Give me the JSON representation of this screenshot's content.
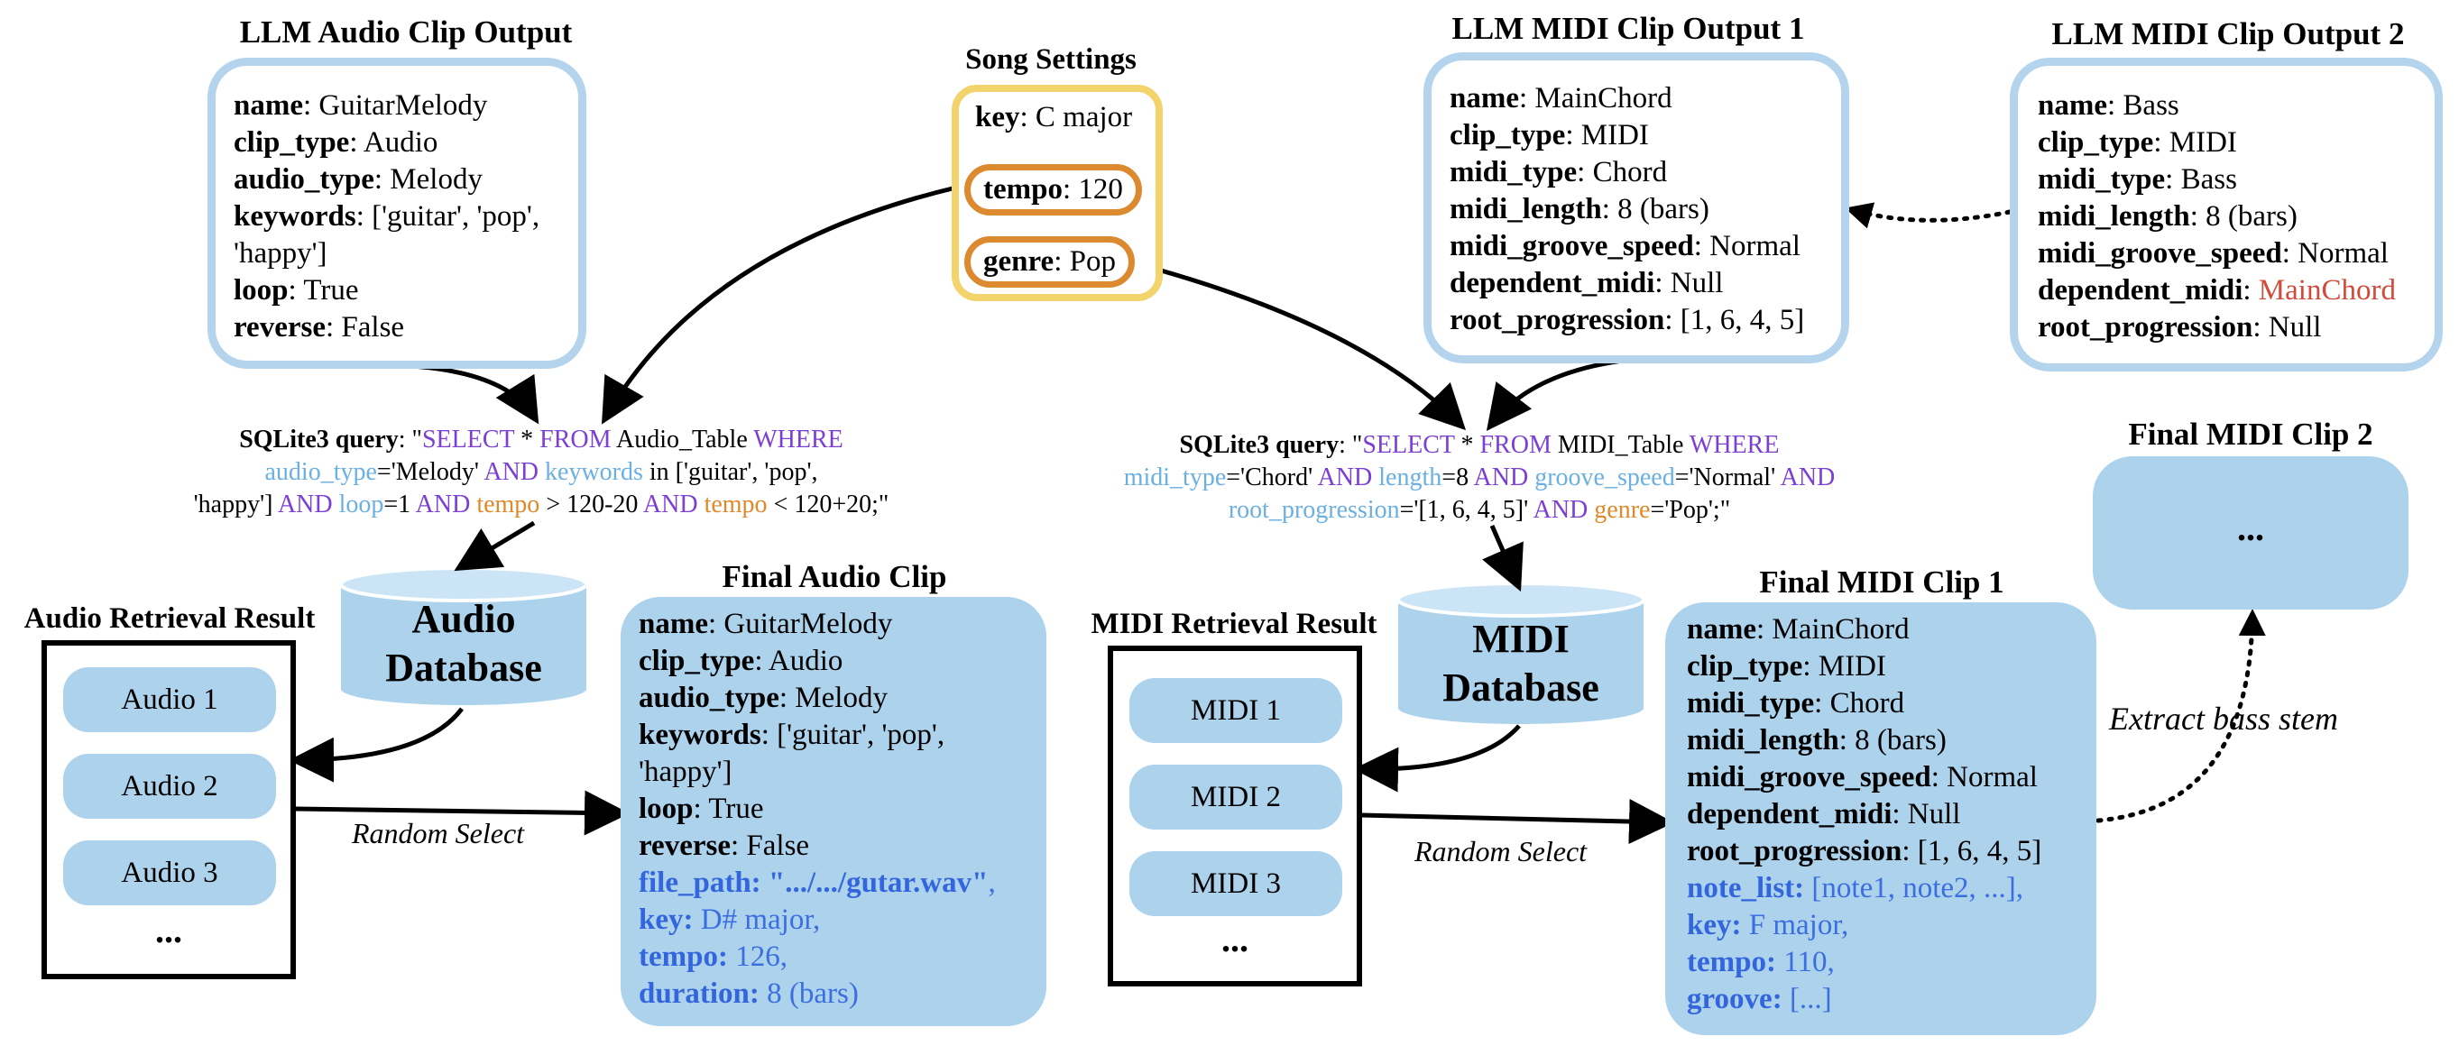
{
  "llm_audio_output": {
    "title": "LLM Audio Clip Output",
    "fields": [
      {
        "key": "name",
        "value": ": GuitarMelody"
      },
      {
        "key": "clip_type",
        "value": ": Audio"
      },
      {
        "key": "audio_type",
        "value": ": Melody"
      },
      {
        "key": "keywords",
        "value": ": ['guitar', 'pop',"
      },
      {
        "key": "",
        "value": "'happy']"
      },
      {
        "key": "loop",
        "value": ": True"
      },
      {
        "key": "reverse",
        "value": ": False"
      }
    ]
  },
  "song_settings": {
    "title": "Song Settings",
    "key": {
      "key": "key",
      "value": ": C major"
    },
    "tempo": {
      "key": "tempo",
      "value": ": 120"
    },
    "genre": {
      "key": "genre",
      "value": ": Pop"
    }
  },
  "llm_midi_output_1": {
    "title": "LLM MIDI Clip Output 1",
    "fields": [
      {
        "key": "name",
        "value": ": MainChord"
      },
      {
        "key": "clip_type",
        "value": ": MIDI"
      },
      {
        "key": "midi_type",
        "value": ": Chord"
      },
      {
        "key": "midi_length",
        "value": ": 8 (bars)"
      },
      {
        "key": "midi_groove_speed",
        "value": ": Normal"
      },
      {
        "key": "dependent_midi",
        "value": ": Null"
      },
      {
        "key": "root_progression",
        "value": ": [1, 6, 4, 5]"
      }
    ]
  },
  "llm_midi_output_2": {
    "title": "LLM MIDI Clip Output 2",
    "fields": [
      {
        "key": "name",
        "value": ": Bass"
      },
      {
        "key": "clip_type",
        "value": ": MIDI"
      },
      {
        "key": "midi_type",
        "value": ": Bass"
      },
      {
        "key": "midi_length",
        "value": ": 8 (bars)"
      },
      {
        "key": "midi_groove_speed",
        "value": ": Normal"
      },
      {
        "key": "dependent_midi",
        "value": ": ",
        "highlight": "MainChord"
      },
      {
        "key": "root_progression",
        "value": ": Null"
      }
    ]
  },
  "audio_query": {
    "label": "SQLite3 query",
    "l1": [
      ":",
      " \"",
      "SELECT",
      " * ",
      "FROM",
      " Audio_Table ",
      "WHERE"
    ],
    "l2": [
      "audio_type",
      "='Melody' ",
      "AND",
      " ",
      "keywords",
      " in ['guitar', 'pop',"
    ],
    "l3": [
      "'happy'] ",
      "AND",
      " ",
      "loop",
      "=1 ",
      "AND",
      "  ",
      "tempo",
      " > 120-20 ",
      "AND",
      " ",
      "tempo",
      " < 120+20;\""
    ]
  },
  "midi_query": {
    "label": "SQLite3 query",
    "l1": [
      ":",
      " \"",
      "SELECT",
      " * ",
      "FROM",
      " MIDI_Table ",
      "WHERE"
    ],
    "l2": [
      "midi_type",
      "='Chord' ",
      "AND",
      " ",
      "length",
      "=8 ",
      "AND",
      " ",
      "groove_speed",
      "='Normal' ",
      "AND"
    ],
    "l3": [
      "root_progression",
      "='[1, 6, 4, 5]' ",
      "AND",
      " ",
      "genre",
      "='Pop';\""
    ]
  },
  "audio_database": {
    "line1": "Audio",
    "line2": "Database"
  },
  "midi_database": {
    "line1": "MIDI",
    "line2": "Database"
  },
  "audio_retrieval": {
    "title": "Audio Retrieval Result",
    "items": [
      "Audio 1",
      "Audio 2",
      "Audio 3"
    ],
    "ellipsis": "..."
  },
  "midi_retrieval": {
    "title": "MIDI Retrieval Result",
    "items": [
      "MIDI 1",
      "MIDI 2",
      "MIDI 3"
    ],
    "ellipsis": "..."
  },
  "final_audio": {
    "title": "Final Audio Clip",
    "fields": [
      {
        "key": "name",
        "value": ": GuitarMelody"
      },
      {
        "key": "clip_type",
        "value": ": Audio"
      },
      {
        "key": "audio_type",
        "value": ": Melody"
      },
      {
        "key": "keywords",
        "value": ": ['guitar', 'pop',"
      },
      {
        "key": "",
        "value": "'happy']"
      },
      {
        "key": "loop",
        "value": ": True"
      },
      {
        "key": "reverse",
        "value": ": False"
      }
    ],
    "extra_fields": [
      {
        "key": "file_path: \".../.../gutar.wav\"",
        "value": ","
      },
      {
        "key": "key:",
        "value": " D# major,"
      },
      {
        "key": "tempo:",
        "value": " 126,"
      },
      {
        "key": "duration:",
        "value": " 8 (bars)"
      }
    ]
  },
  "final_midi_1": {
    "title": "Final MIDI Clip 1",
    "fields": [
      {
        "key": "name",
        "value": ": MainChord"
      },
      {
        "key": "clip_type",
        "value": ": MIDI"
      },
      {
        "key": "midi_type",
        "value": ": Chord"
      },
      {
        "key": "midi_length",
        "value": ": 8 (bars)"
      },
      {
        "key": "midi_groove_speed",
        "value": ": Normal"
      },
      {
        "key": "dependent_midi",
        "value": ": Null"
      },
      {
        "key": "root_progression",
        "value": ": [1, 6, 4, 5]"
      }
    ],
    "extra_fields": [
      {
        "key": "note_list:",
        "value": " [note1, note2, ...],"
      },
      {
        "key": "key:",
        "value": " F major,"
      },
      {
        "key": "tempo:",
        "value": " 110,"
      },
      {
        "key": "groove:",
        "value": " [...]"
      }
    ]
  },
  "final_midi_2": {
    "title": "Final MIDI Clip 2",
    "content": "..."
  },
  "labels": {
    "random_select_audio": "Random Select",
    "random_select_midi": "Random Select",
    "extract_bass": "Extract bass stem"
  },
  "colors": {
    "outline_blue": "#b3d4ec",
    "fill_blue": "#acd2ec",
    "song_yellow": "#f3d36c",
    "song_orange": "#dc8a30",
    "sql_keyword_purple": "#7b3fd6",
    "sql_field_lightblue": "#6ab0e2",
    "sql_setting_orange": "#e0892a",
    "extra_field_blue": "#3b6ee0",
    "dependency_red": "#d44a3a"
  }
}
